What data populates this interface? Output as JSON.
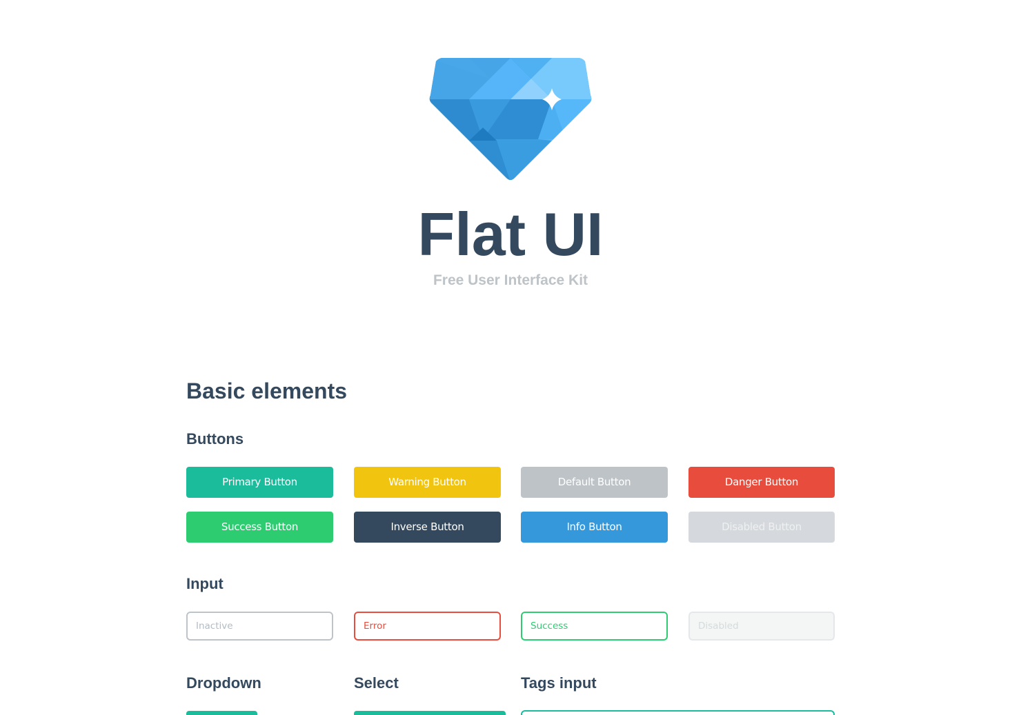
{
  "brand": {
    "logo_icon": "diamond-logo-icon",
    "title": "Flat UI",
    "subtitle": "Free User Interface Kit"
  },
  "section": {
    "title": "Basic elements"
  },
  "buttons": {
    "heading": "Buttons",
    "items": [
      {
        "label": "Primary Button",
        "variant": "primary",
        "color": "#1abc9c"
      },
      {
        "label": "Warning Button",
        "variant": "warning",
        "color": "#f1c40f"
      },
      {
        "label": "Default Button",
        "variant": "default",
        "color": "#bdc3c7"
      },
      {
        "label": "Danger Button",
        "variant": "danger",
        "color": "#e74c3c"
      },
      {
        "label": "Success Button",
        "variant": "success",
        "color": "#2ecc71"
      },
      {
        "label": "Inverse Button",
        "variant": "inverse",
        "color": "#34495e"
      },
      {
        "label": "Info Button",
        "variant": "info",
        "color": "#3498db"
      },
      {
        "label": "Disabled Button",
        "variant": "disabled",
        "color": "#d5d8dc"
      }
    ]
  },
  "inputs": {
    "heading": "Input",
    "items": [
      {
        "placeholder": "Inactive",
        "state": "inactive",
        "border_color": "#bdc3c7"
      },
      {
        "placeholder": "Error",
        "state": "error",
        "border_color": "#e74c3c"
      },
      {
        "placeholder": "Success",
        "state": "success",
        "border_color": "#2ecc71"
      },
      {
        "placeholder": "Disabled",
        "state": "disabled",
        "border_color": "#e4e8ea"
      }
    ]
  },
  "dropdown": {
    "heading": "Dropdown"
  },
  "select": {
    "heading": "Select"
  },
  "tags_input": {
    "heading": "Tags input"
  },
  "colors": {
    "text_primary": "#34495e",
    "text_muted": "#bdc3c7",
    "accent": "#1abc9c"
  }
}
